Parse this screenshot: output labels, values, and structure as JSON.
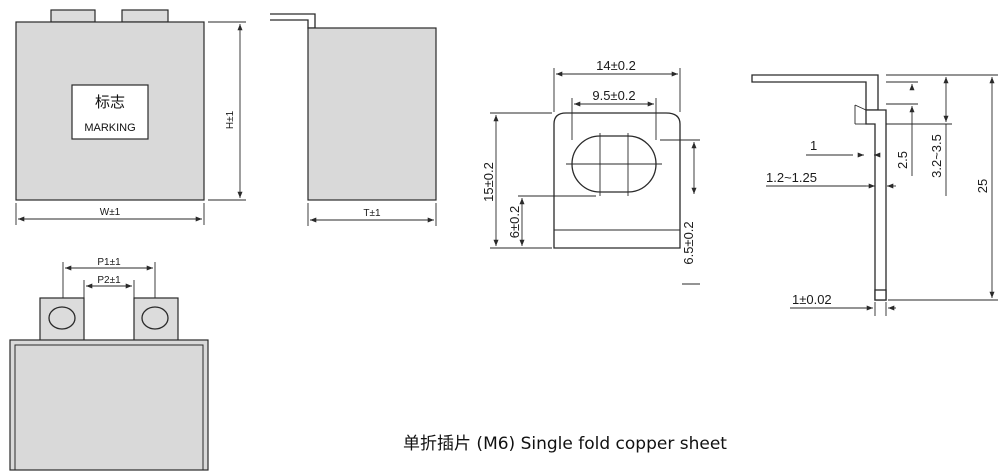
{
  "front_view": {
    "marking_cn": "标志",
    "marking_en": "MARKING",
    "width_label": "W±1",
    "height_label": "H±1"
  },
  "side_view": {
    "thickness_label": "T±1"
  },
  "bottom_view": {
    "pitch1_label": "P1±1",
    "pitch2_label": "P2±1"
  },
  "terminal_front": {
    "width_outer": "14±0.2",
    "width_hole": "9.5±0.2",
    "height_total": "15±0.2",
    "height_lower": "6±0.2",
    "height_hole_pos": "6.5±0.2"
  },
  "terminal_side": {
    "thickness": "1",
    "gap": "1.2~1.25",
    "fold_height": "2.5",
    "fold_range": "3.2~3.5",
    "total_height": "25",
    "sheet_thickness": "1±0.02"
  },
  "caption": "单折插片 (M6) Single fold copper sheet"
}
